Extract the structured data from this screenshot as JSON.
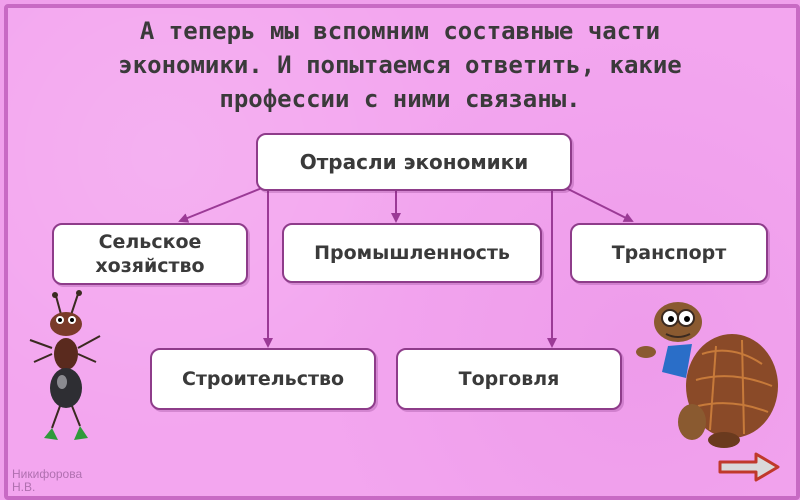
{
  "slide": {
    "heading_lines": [
      "А теперь мы вспомним составные части",
      "экономики. И попытаемся ответить, какие",
      "профессии с ними связаны."
    ],
    "author": [
      "Никифорова",
      "Н.В."
    ],
    "next_icon": "right-arrow-icon",
    "colors": {
      "background": "#f3a6ef",
      "box_border": "#8e3c8a",
      "connector": "#9b3a96"
    }
  },
  "diagram": {
    "root": "Отрасли экономики",
    "branches": {
      "agriculture": [
        "Сельское",
        "хозяйство"
      ],
      "industry": "Промышленность",
      "transport": "Транспорт",
      "construction": "Строительство",
      "trade": "Торговля"
    }
  }
}
